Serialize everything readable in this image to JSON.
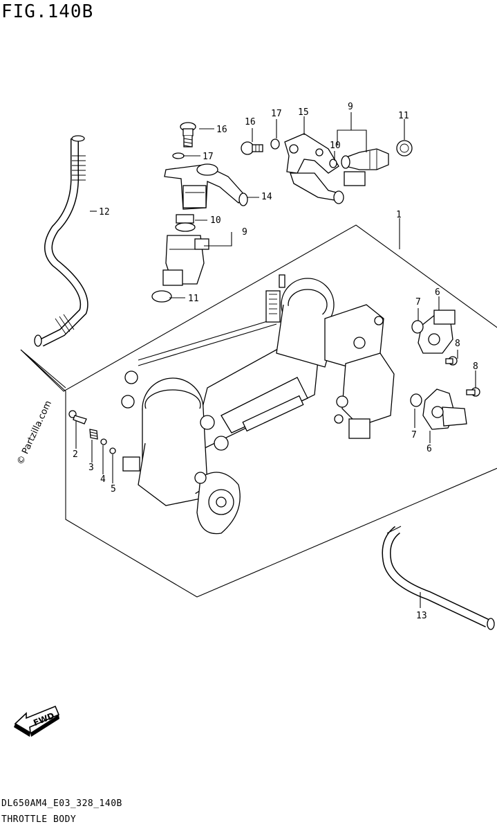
{
  "figure": {
    "title": "FIG.140B",
    "code": "DL650AM4_E03_328_140B",
    "caption": "THROTTLE BODY",
    "watermark": "© Partzilla.com",
    "fwd_label": "FWD"
  },
  "callouts": [
    "1",
    "2",
    "3",
    "4",
    "5",
    "6",
    "6",
    "7",
    "7",
    "8",
    "8",
    "9",
    "9",
    "10",
    "10",
    "11",
    "11",
    "12",
    "13",
    "14",
    "15",
    "16",
    "16",
    "17",
    "17"
  ]
}
